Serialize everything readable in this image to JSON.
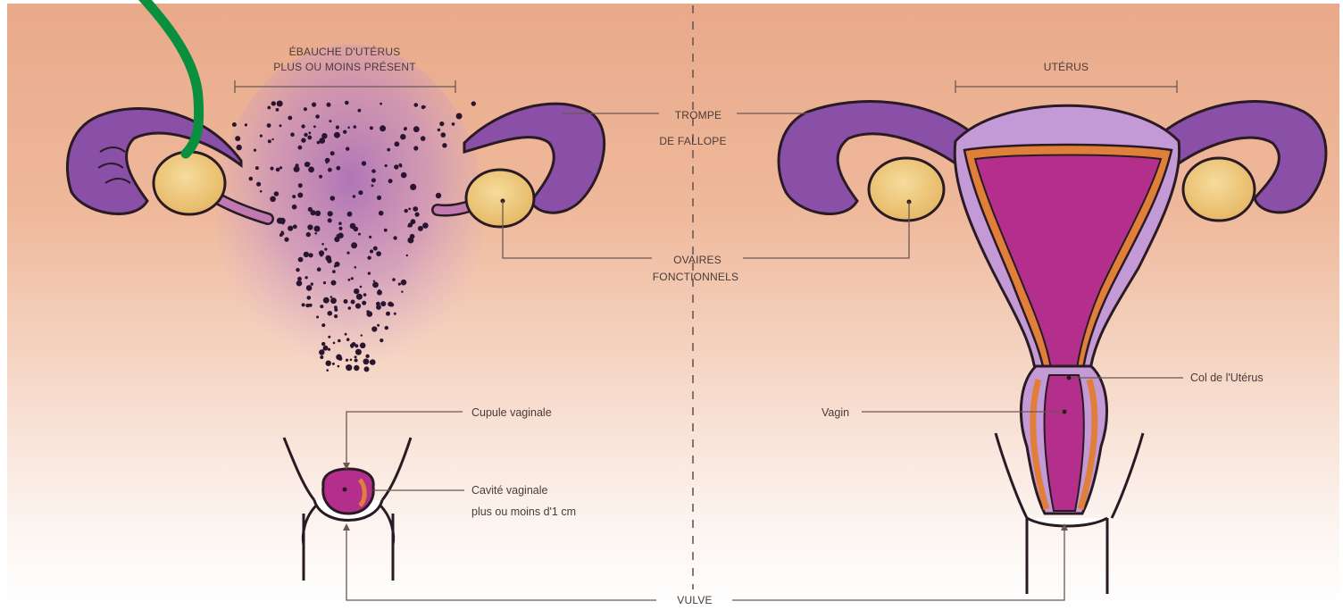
{
  "labels": {
    "ebauche_line1": "ÉBAUCHE D'UTÉRUS",
    "ebauche_line2": "PLUS OU MOINS PRÉSENT",
    "uterus": "UTÉRUS",
    "trompe_line1": "TROMPE",
    "trompe_line2": "DE FALLOPE",
    "ovaires_line1": "OVAIRES",
    "ovaires_line2": "FONCTIONNELS",
    "cupule": "Cupule vaginale",
    "cavite_line1": "Cavité vaginale",
    "cavite_line2": "plus ou moins d'1 cm",
    "col": "Col de l'Utérus",
    "vagin": "Vagin",
    "vulve": "VULVE"
  },
  "colors": {
    "background_top": "#e9a98a",
    "tube_purple": "#8a4fa6",
    "uterus_lilac": "#c39ad6",
    "uterus_inner": "#b42f8c",
    "orange_layer": "#e07f3a",
    "ovary_yellow": "#f1cc7c",
    "annotation_green": "#0a8f3e"
  }
}
